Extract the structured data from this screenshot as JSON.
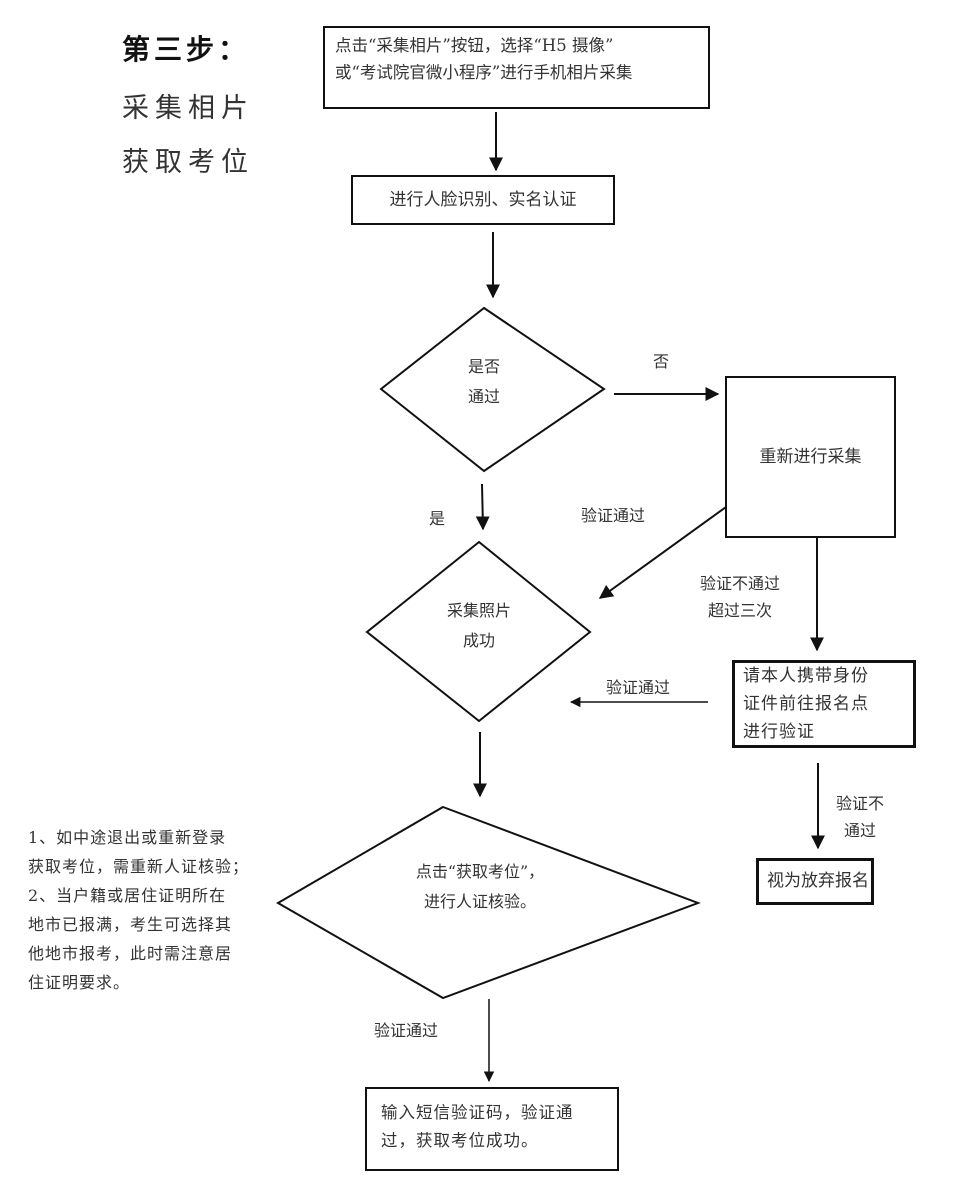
{
  "side_heading": {
    "step": "第三步：",
    "line1": "采集相片",
    "line2": "获取考位"
  },
  "nodes": {
    "start": {
      "lines": [
        "点击“采集相片”按钮，选择“H5 摄像”",
        "或“考试院官微小程序”进行手机相片采集"
      ]
    },
    "face_auth": {
      "text": "进行人脸识别、实名认证"
    },
    "pass_check": {
      "lines": [
        "是否",
        "通过"
      ]
    },
    "recollect": {
      "text": "重新进行采集"
    },
    "photo_success": {
      "lines": [
        "采集照片",
        "成功"
      ]
    },
    "in_person": {
      "lines": [
        "请本人携带身份",
        "证件前往报名点",
        "进行验证"
      ]
    },
    "get_seat": {
      "lines": [
        "点击“获取考位”，",
        "进行人证核验。"
      ]
    },
    "abandon": {
      "text": "视为放弃报名"
    },
    "sms_success": {
      "lines": [
        "输入短信验证码，验证通",
        "过，获取考位成功。"
      ]
    }
  },
  "edge_labels": {
    "no": "否",
    "yes": "是",
    "recollect_pass": "验证通过",
    "recollect_fail": [
      "验证不通过",
      "超过三次"
    ],
    "in_person_pass": "验证通过",
    "in_person_fail": [
      "验证不",
      "通过"
    ],
    "seat_pass": "验证通过"
  },
  "notes": {
    "lines": [
      "1、如中途退出或重新登录",
      "获取考位，需重新人证核验；",
      "2、当户籍或居住证明所在",
      "地市已报满，考生可选择其",
      "他地市报考，此时需注意居",
      "住证明要求。"
    ]
  }
}
